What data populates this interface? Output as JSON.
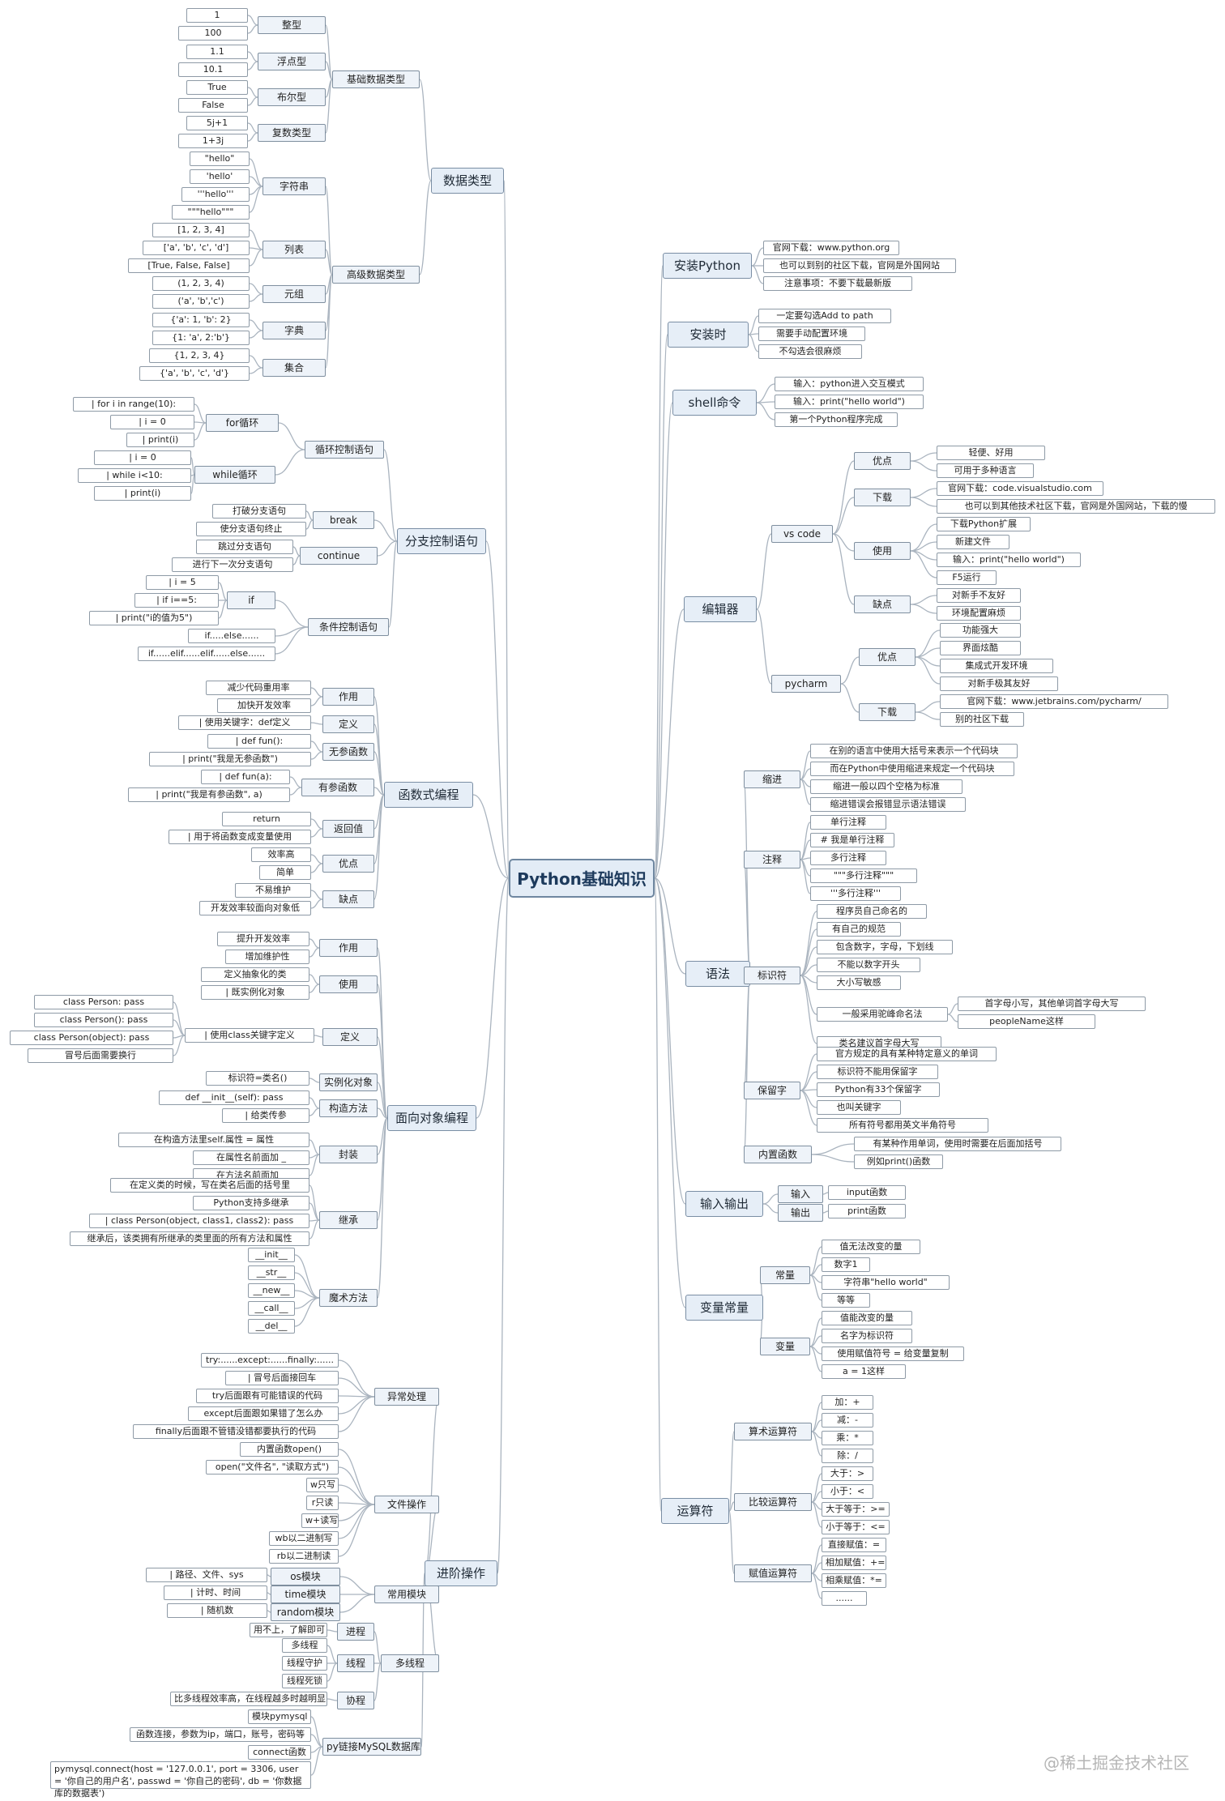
{
  "diagram": {
    "root": "Python基础知识",
    "branches": {
      "data_types": {
        "label": "数据类型",
        "basic": {
          "label": "基础数据类型",
          "int": {
            "label": "整型",
            "items": [
              "1",
              "100"
            ]
          },
          "float": {
            "label": "浮点型",
            "items": [
              "1.1",
              "10.1"
            ]
          },
          "bool": {
            "label": "布尔型",
            "items": [
              "True",
              "False"
            ]
          },
          "complex": {
            "label": "复数类型",
            "items": [
              "5j+1",
              "1+3j"
            ]
          }
        },
        "advanced": {
          "label": "高级数据类型",
          "str": {
            "label": "字符串",
            "items": [
              "\"hello\"",
              "'hello'",
              "'''hello'''",
              "\"\"\"hello\"\"\""
            ]
          },
          "list": {
            "label": "列表",
            "items": [
              "[1, 2, 3, 4]",
              "['a', 'b', 'c', 'd']",
              "[True, False, False]"
            ]
          },
          "tuple": {
            "label": "元组",
            "items": [
              "(1, 2, 3, 4)",
              "('a', 'b','c')"
            ]
          },
          "dict": {
            "label": "字典",
            "items": [
              "{'a': 1, 'b': 2}",
              "{1: 'a', 2:'b'}"
            ]
          },
          "set": {
            "label": "集合",
            "items": [
              "{1, 2, 3, 4}",
              "{'a', 'b', 'c', 'd'}"
            ]
          }
        }
      },
      "branching": {
        "label": "分支控制语句",
        "loop": {
          "label": "循环控制语句",
          "for": {
            "label": "for循环",
            "items": [
              "|    for i in range(10):",
              "|        i = 0",
              "|        print(i)"
            ]
          },
          "while": {
            "label": "while循环",
            "items": [
              "|    i = 0",
              "|    while i<10:",
              "|        print(i)"
            ]
          }
        },
        "break": {
          "label": "break",
          "items": [
            "打破分支语句",
            "使分支语句终止"
          ]
        },
        "continue": {
          "label": "continue",
          "items": [
            "跳过分支语句",
            "进行下一次分支语句"
          ]
        },
        "cond": {
          "label": "条件控制语句",
          "if": {
            "label": "if",
            "items": [
              "|    i = 5",
              "|    if i==5:",
              "|        print(\"i的值为5\")"
            ]
          },
          "items": [
            "if.....else......",
            "if......elif......elif......else......"
          ]
        }
      },
      "functional": {
        "label": "函数式编程",
        "role": {
          "label": "作用",
          "items": [
            "减少代码重用率",
            "加快开发效率"
          ]
        },
        "define": {
          "label": "定义",
          "items": [
            "|    使用关键字：def定义"
          ]
        },
        "noparam": {
          "label": "无参函数",
          "items": [
            "|    def fun():",
            "|        print(\"我是无参函数\")"
          ]
        },
        "param": {
          "label": "有参函数",
          "items": [
            "|    def fun(a):",
            "|        print(\"我是有参函数\", a)"
          ]
        },
        "ret": {
          "label": "返回值",
          "items": [
            "return",
            "|    用于将函数变成变量使用"
          ]
        },
        "pros": {
          "label": "优点",
          "items": [
            "效率高",
            "简单"
          ]
        },
        "cons": {
          "label": "缺点",
          "items": [
            "不易维护",
            "开发效率较面向对象低"
          ]
        }
      },
      "oop": {
        "label": "面向对象编程",
        "role": {
          "label": "作用",
          "items": [
            "提升开发效率",
            "增加维护性"
          ]
        },
        "use": {
          "label": "使用",
          "items": [
            "定义抽象化的类",
            "|    既实例化对象"
          ]
        },
        "define": {
          "label": "定义",
          "mid": "|    使用class关键字定义",
          "items": [
            "class Person:    pass",
            "class Person():    pass",
            "class Person(object):    pass",
            "冒号后面需要换行"
          ]
        },
        "inst": {
          "label": "实例化对象",
          "items": [
            "标识符=类名()"
          ]
        },
        "ctor": {
          "label": "构造方法",
          "items": [
            "def __init__(self):    pass",
            "|    给类传参"
          ]
        },
        "encap": {
          "label": "封装",
          "items": [
            "在构造方法里self.属性 = 属性",
            "在属性名前面加 _",
            "在方法名前面加 _"
          ]
        },
        "inherit": {
          "label": "继承",
          "items": [
            "在定义类的时候，写在类名后面的括号里",
            "Python支持多继承",
            "|    class Person(object, class1, class2):    pass",
            "继承后，该类拥有所继承的类里面的所有方法和属性"
          ]
        },
        "magic": {
          "label": "魔术方法",
          "items": [
            "__init__",
            "__str__",
            "__new__",
            "__call__",
            "__del__"
          ]
        }
      },
      "advanced": {
        "label": "进阶操作",
        "exc": {
          "label": "异常处理",
          "items": [
            "try:......except:......finally:......",
            "|    冒号后面接回车",
            "try后面跟有可能错误的代码",
            "except后面跟如果错了怎么办",
            "finally后面跟不管错没错都要执行的代码"
          ]
        },
        "file": {
          "label": "文件操作",
          "items": [
            "内置函数open()",
            "open(\"文件名\", \"读取方式\")",
            "w只写",
            "r只读",
            "w+读写",
            "wb以二进制写",
            "rb以二进制读"
          ]
        },
        "mods": {
          "label": "常用模块",
          "os": {
            "label": "os模块",
            "items": [
              "|    路径、文件、sys"
            ]
          },
          "time": {
            "label": "time模块",
            "items": [
              "|    计时、时间"
            ]
          },
          "random": {
            "label": "random模块",
            "items": [
              "|    随机数"
            ]
          }
        },
        "mt": {
          "label": "多线程",
          "proc": {
            "label": "进程",
            "items": [
              "用不上，了解即可"
            ]
          },
          "thread": {
            "label": "线程",
            "items": [
              "多线程",
              "线程守护",
              "线程死锁"
            ]
          },
          "coro": {
            "label": "协程",
            "items": [
              "比多线程效率高，在线程越多时越明显"
            ]
          }
        },
        "mysql": {
          "label": "py链接MySQL数据库",
          "items": [
            "模块pymysql",
            "函数连接，参数为ip，端口，账号，密码等",
            "connect函数",
            "pymysql.connect(host = '127.0.0.1', port = 3306, user = '你自己的用户名', passwd = '你自己的密码', db = '你数据库的数据表')"
          ]
        }
      },
      "install": {
        "label": "安装Python",
        "items": [
          "官网下载：www.python.org",
          "也可以到别的社区下载，官网是外国网站",
          "注意事项：不要下载最新版"
        ]
      },
      "installtip": {
        "label": "安装时",
        "items": [
          "一定要勾选Add to path",
          "需要手动配置环境",
          "不勾选会很麻烦"
        ]
      },
      "shell": {
        "label": "shell命令",
        "items": [
          "输入：python进入交互模式",
          "输入：print(\"hello world\")",
          "第一个Python程序完成"
        ]
      },
      "editor": {
        "label": "编辑器",
        "vscode": {
          "label": "vs code",
          "pros": {
            "label": "优点",
            "items": [
              "轻便、好用",
              "可用于多种语言"
            ]
          },
          "dl": {
            "label": "下载",
            "items": [
              "官网下载：code.visualstudio.com",
              "也可以到其他技术社区下载，官网是外国网站，下载的慢"
            ]
          },
          "use": {
            "label": "使用",
            "items": [
              "下载Python扩展",
              "新建文件",
              "输入：print(\"hello world\")",
              "F5运行"
            ]
          },
          "cons": {
            "label": "缺点",
            "items": [
              "对新手不友好",
              "环境配置麻烦"
            ]
          }
        },
        "pycharm": {
          "label": "pycharm",
          "pros": {
            "label": "优点",
            "items": [
              "功能强大",
              "界面炫酷",
              "集成式开发环境",
              "对新手极其友好"
            ]
          },
          "dl": {
            "label": "下载",
            "items": [
              "官网下载：www.jetbrains.com/pycharm/",
              "别的社区下载"
            ]
          }
        }
      },
      "syntax": {
        "label": "语法",
        "indent": {
          "label": "缩进",
          "items": [
            "在别的语言中使用大括号来表示一个代码块",
            "而在Python中使用缩进来规定一个代码块",
            "缩进一般以四个空格为标准",
            "缩进错误会报错显示语法错误"
          ]
        },
        "comment": {
          "label": "注释",
          "items": [
            "单行注释",
            "# 我是单行注释",
            "多行注释",
            "\"\"\"多行注释\"\"\"",
            "'''多行注释'''"
          ]
        },
        "ident": {
          "label": "标识符",
          "items": [
            "程序员自己命名的",
            "有自己的规范",
            "包含数字，字母，下划线",
            "不能以数字开头",
            "大小写敏感"
          ],
          "camel": {
            "label": "一般采用驼峰命名法",
            "items": [
              "首字母小写，其他单词首字母大写",
              "peopleName这样"
            ]
          },
          "class": "类名建议首字母大写"
        },
        "reserved": {
          "label": "保留字",
          "items": [
            "官方规定的具有某种特定意义的单词",
            "标识符不能用保留字",
            "Python有33个保留字",
            "也叫关键字",
            "所有符号都用英文半角符号"
          ]
        },
        "builtin": {
          "label": "内置函数",
          "items": [
            "有某种作用单词，使用时需要在后面加括号",
            "例如print()函数"
          ]
        }
      },
      "io": {
        "label": "输入输出",
        "in": {
          "label": "输入",
          "item": "input函数"
        },
        "out": {
          "label": "输出",
          "item": "print函数"
        }
      },
      "varconst": {
        "label": "变量常量",
        "const": {
          "label": "常量",
          "items": [
            "值无法改变的量",
            "数字1",
            "字符串\"hello world\"",
            "等等"
          ]
        },
        "var": {
          "label": "变量",
          "items": [
            "值能改变的量",
            "名字为标识符",
            "使用赋值符号 = 给变量复制",
            "a = 1这样"
          ]
        }
      },
      "ops": {
        "label": "运算符",
        "arith": {
          "label": "算术运算符",
          "items": [
            "加：+",
            "减：-",
            "乘：*",
            "除：/"
          ]
        },
        "cmp": {
          "label": "比较运算符",
          "items": [
            "大于：>",
            "小于：<",
            "大于等于：>=",
            "小于等于：<="
          ]
        },
        "assign": {
          "label": "赋值运算符",
          "items": [
            "直接赋值：=",
            "相加赋值：+=",
            "相乘赋值：*=",
            "......"
          ]
        }
      }
    }
  },
  "watermark": "@稀土掘金技术社区",
  "colors": {
    "line": "#aab4bf",
    "border": "#8e9aa6",
    "root_fill": "#e3ecf6",
    "root_text": "#1d3a5c"
  }
}
